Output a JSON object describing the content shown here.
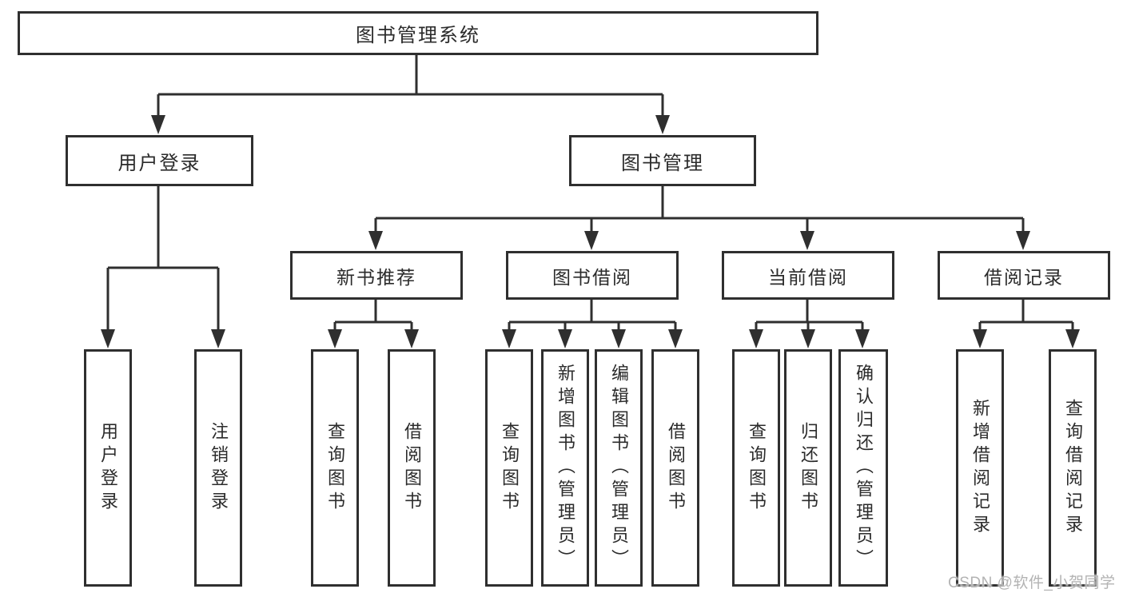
{
  "tree": {
    "root": "图书管理系统",
    "branches": [
      {
        "label": "用户登录",
        "children": [
          "用户登录",
          "注销登录"
        ]
      },
      {
        "label": "图书管理",
        "sections": [
          {
            "label": "新书推荐",
            "children": [
              "查询图书",
              "借阅图书"
            ]
          },
          {
            "label": "图书借阅",
            "children": [
              "查询图书",
              "新增图书（管理员）",
              "编辑图书（管理员）",
              "借阅图书"
            ]
          },
          {
            "label": "当前借阅",
            "children": [
              "查询图书",
              "归还图书",
              "确认归还（管理员）"
            ]
          },
          {
            "label": "借阅记录",
            "children": [
              "新增借阅记录",
              "查询借阅记录"
            ]
          }
        ]
      }
    ]
  },
  "watermark": {
    "text": "CSDN @软件_小贺同学"
  },
  "colors": {
    "line": "#2f2f2f",
    "text": "#2b2b2b",
    "watermark": "#b3b3b3",
    "background": "#ffffff"
  }
}
